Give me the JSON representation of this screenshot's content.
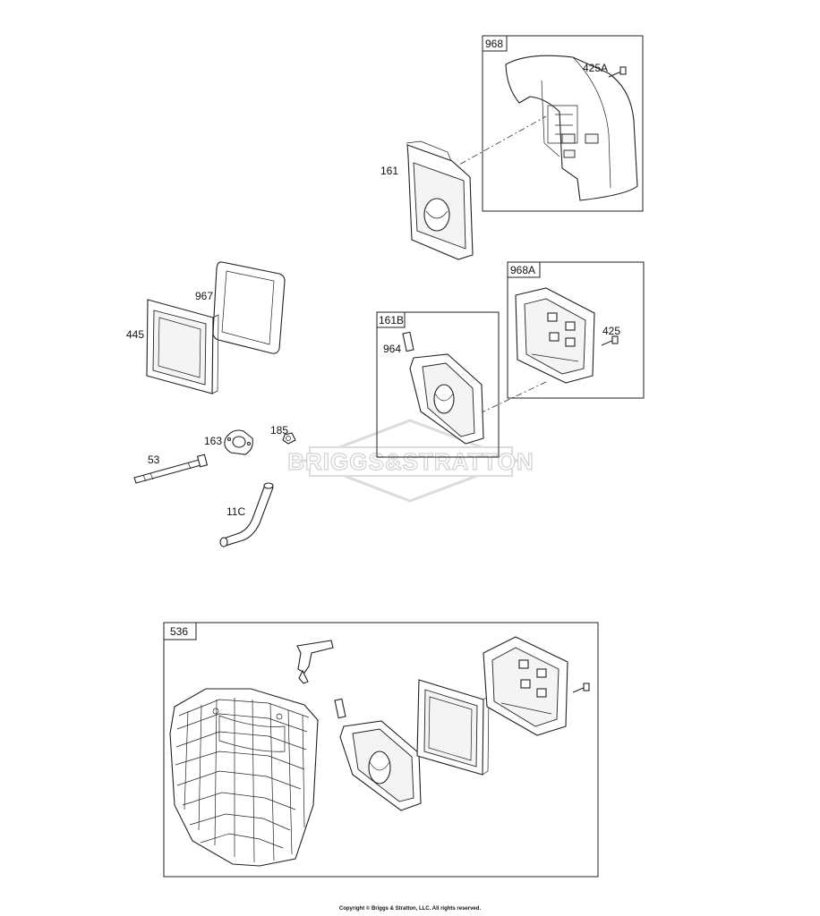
{
  "labels": {
    "p968": "968",
    "p425A": "425A",
    "p161": "161",
    "p967": "967",
    "p445": "445",
    "p968A": "968A",
    "p161B": "161B",
    "p964": "964",
    "p425": "425",
    "p163": "163",
    "p185": "185",
    "p53": "53",
    "p11C": "11C",
    "p536": "536"
  },
  "watermark": "BRIGGS&STRATTON",
  "copyright": "Copyright © Briggs & Stratton, LLC. All rights reserved."
}
